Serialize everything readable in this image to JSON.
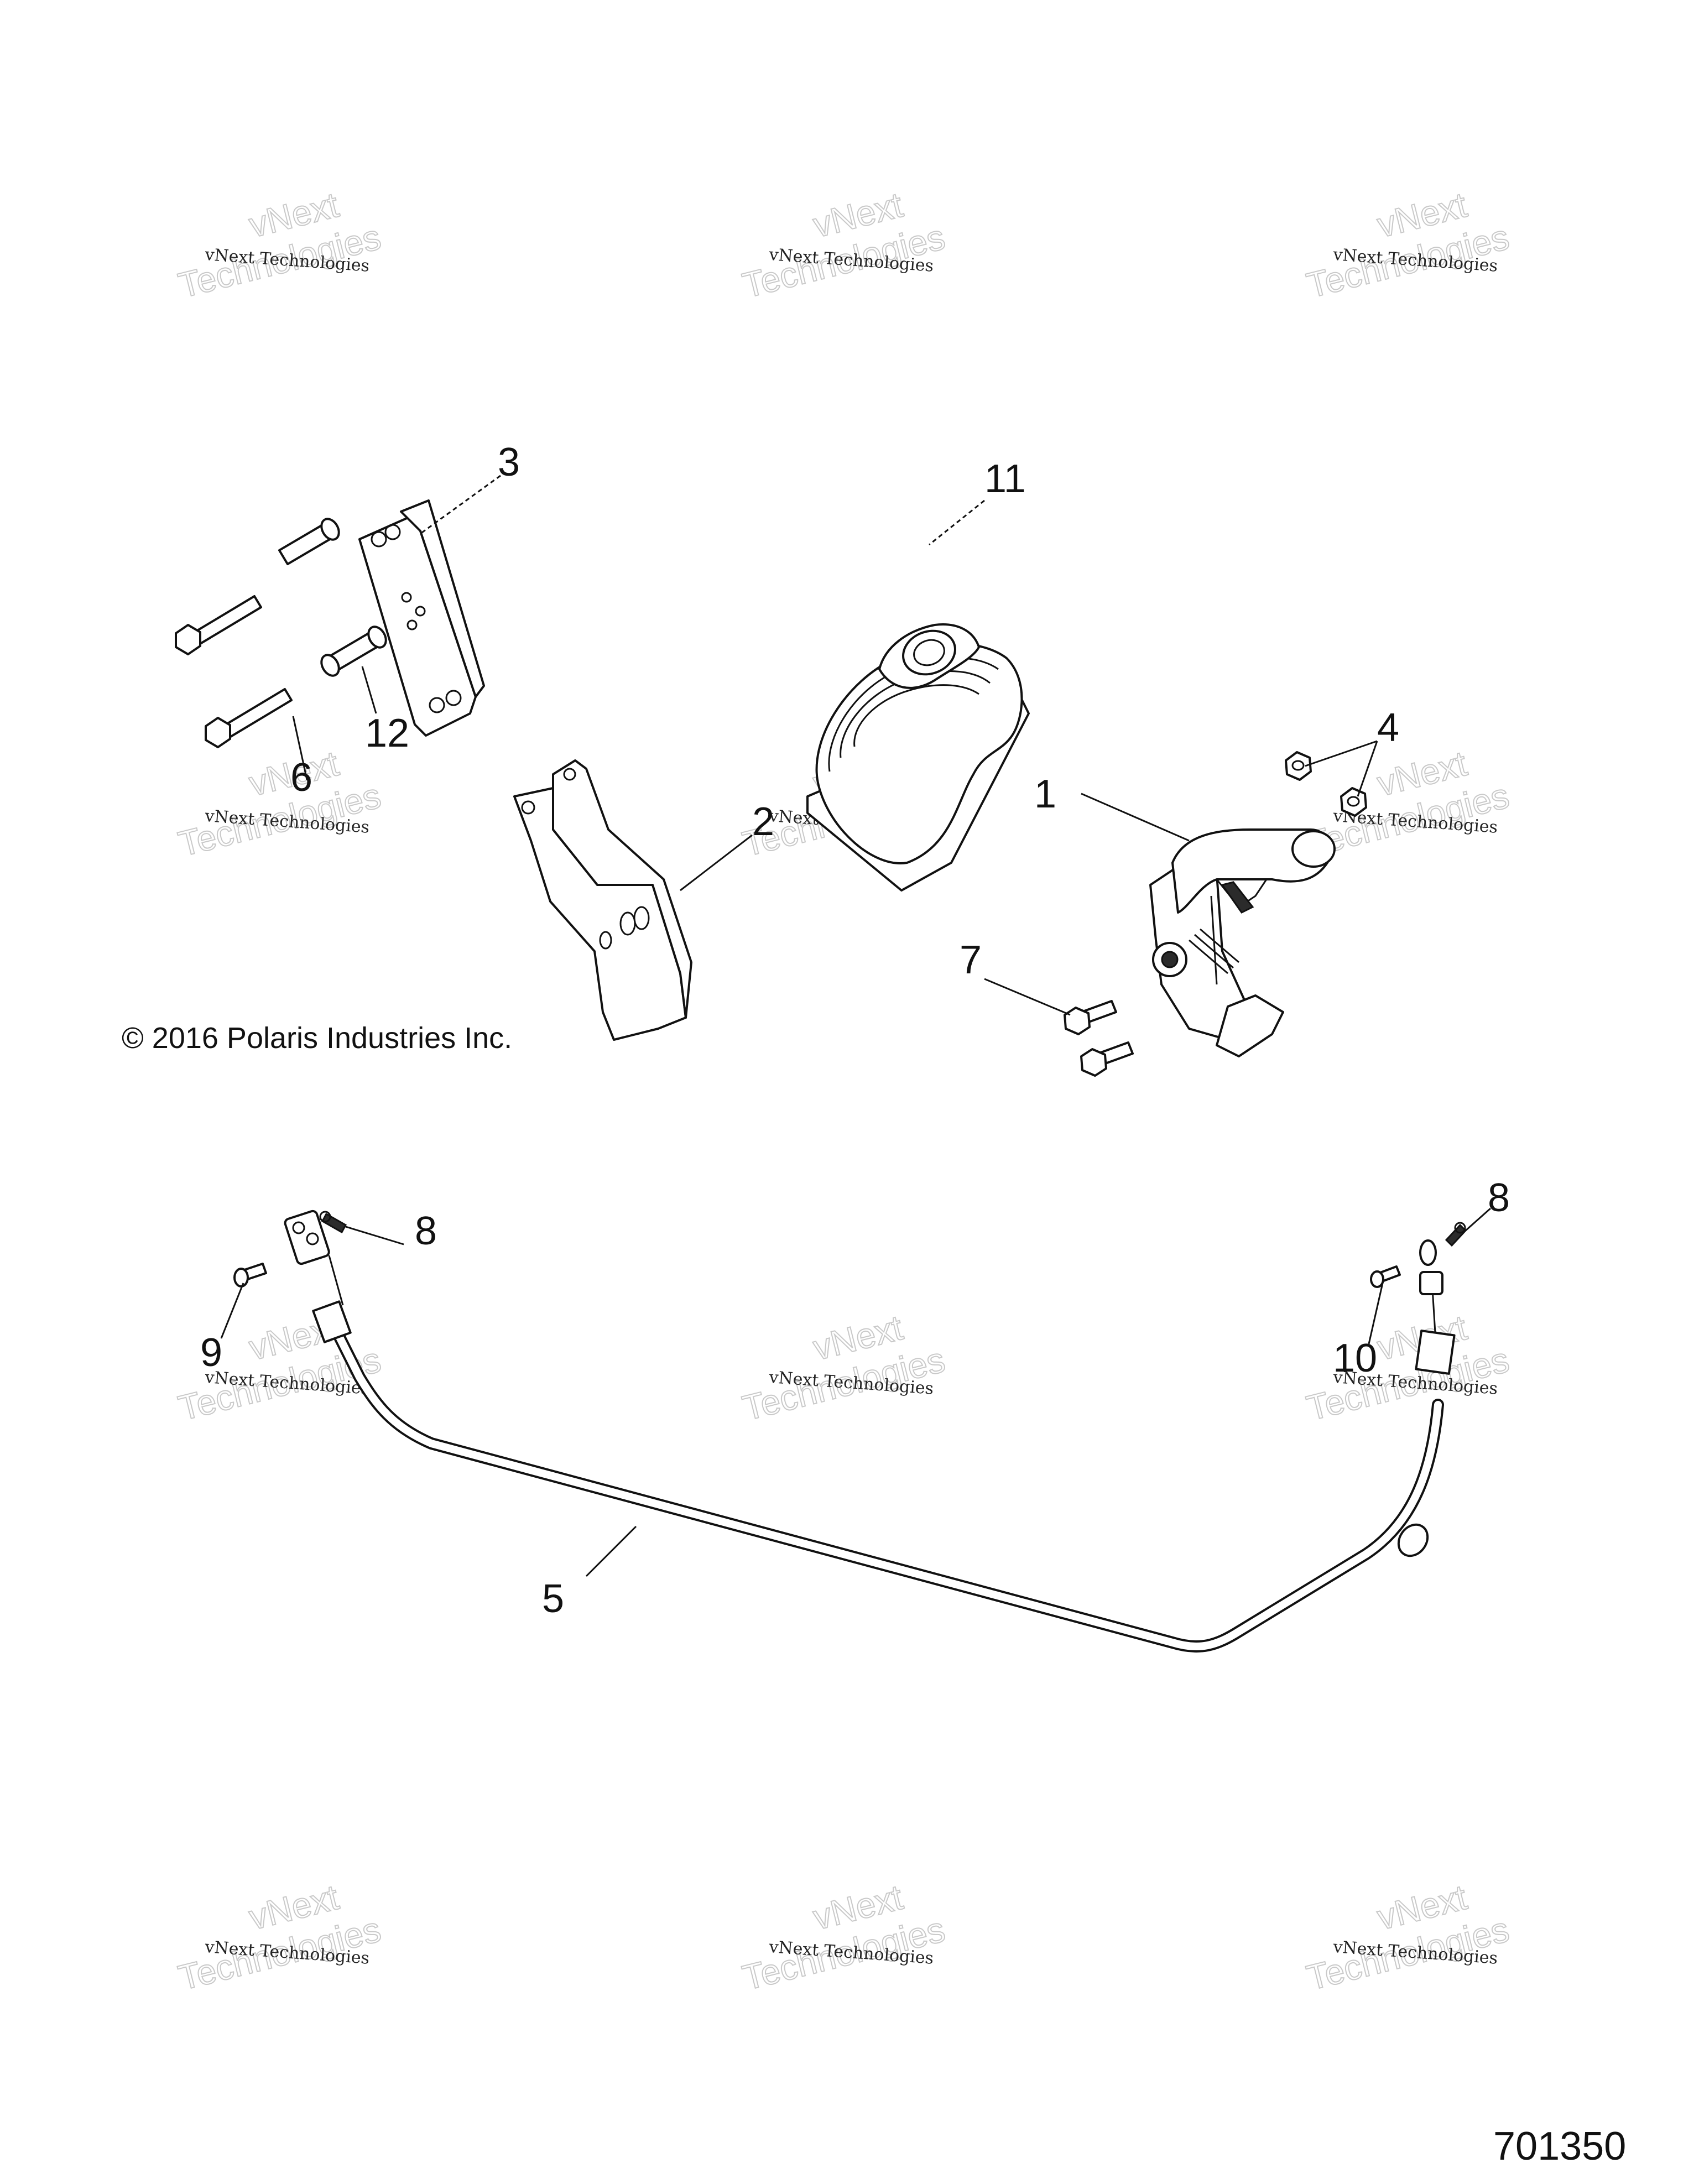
{
  "copyright": "© 2016  Polaris Industries Inc.",
  "drawing_number": "701350",
  "watermark": {
    "line1": "vNext Technologies",
    "line2": "vNext",
    "line3": "Technologies"
  },
  "callouts": {
    "c1": "1",
    "c2": "2",
    "c3": "3",
    "c4": "4",
    "c5": "5",
    "c6": "6",
    "c7": "7",
    "c8a": "8",
    "c8b": "8",
    "c9": "9",
    "c10": "10",
    "c11": "11",
    "c12": "12"
  }
}
